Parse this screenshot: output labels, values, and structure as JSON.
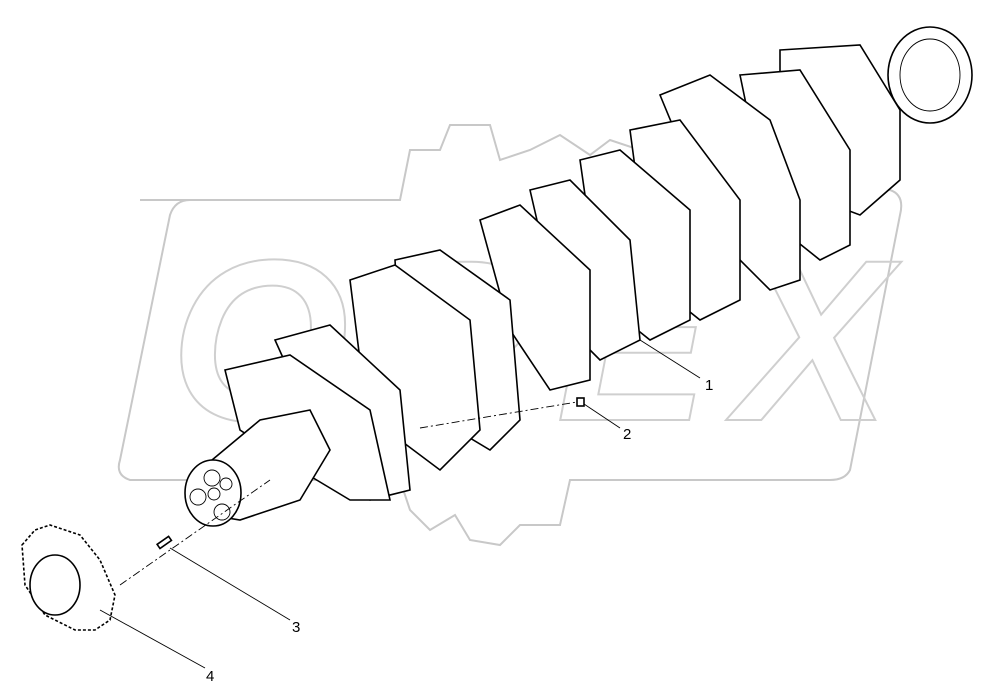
{
  "diagram": {
    "watermark_text": "OPEX",
    "callouts": [
      {
        "label": "1",
        "part": "crankshaft"
      },
      {
        "label": "2",
        "part": "key"
      },
      {
        "label": "3",
        "part": "pin"
      },
      {
        "label": "4",
        "part": "gear"
      }
    ],
    "colors": {
      "line": "#000000",
      "watermark": "#c8c8c8",
      "background": "#ffffff"
    }
  }
}
